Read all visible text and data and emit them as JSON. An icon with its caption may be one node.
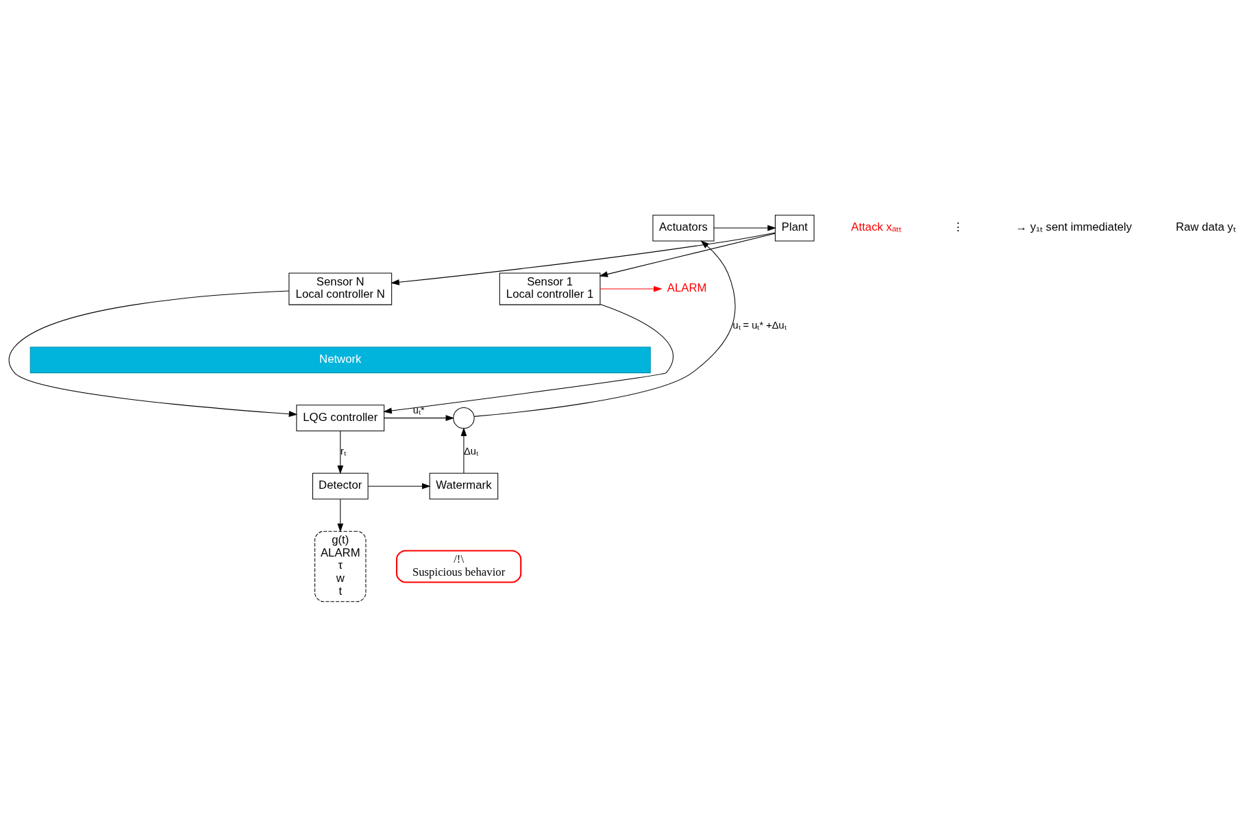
{
  "diagram": {
    "nodes": [
      {
        "text": [
          "Actuators"
        ]
      },
      {
        "text": [
          "Plant"
        ]
      },
      {
        "text": [
          "Sensor 1",
          "Local controller 1"
        ]
      },
      {
        "text": [
          "Sensor N",
          "Local controller N"
        ]
      },
      {
        "text": [
          "Network"
        ]
      },
      {
        "text": [
          "LQG controller"
        ]
      },
      {
        "text": [],
        "shape": "circle"
      },
      {
        "text": [
          "Watermark"
        ]
      },
      {
        "text": [
          "Detector"
        ]
      },
      {
        "text": [
          "g(t)",
          "ALARM",
          "τ",
          "w",
          "t"
        ]
      },
      {
        "text": [
          "/!\\",
          "Suspicious behavior"
        ]
      },
      {
        "text": [
          "ALARM"
        ]
      }
    ],
    "edges": [
      {
        "from": 6,
        "to": 0,
        "arrow": "to",
        "label": "uₜ = uₜ* +Δuₜ"
      },
      {
        "from": 0,
        "to": 1,
        "arrow": "to"
      },
      {
        "from": 1,
        "to": 2,
        "arrow": "to"
      },
      {
        "from": 1,
        "to": 3,
        "arrow": "to"
      },
      {
        "from": 2,
        "to": 5,
        "arrow": "to"
      },
      {
        "from": 3,
        "to": 5,
        "arrow": "to"
      },
      {
        "from": 2,
        "to": 11,
        "arrow": "to",
        "color": "#ff0000"
      },
      {
        "from": 5,
        "to": 6,
        "arrow": "to",
        "label": "uₜ*"
      },
      {
        "from": 5,
        "to": 8,
        "arrow": "to",
        "label": "rₜ"
      },
      {
        "from": 8,
        "to": 7,
        "arrow": "to"
      },
      {
        "from": 7,
        "to": 6,
        "arrow": "to",
        "label": "Δuₜ"
      },
      {
        "from": 8,
        "to": 9,
        "arrow": "to"
      }
    ],
    "labels": [
      "Attack xₐₜₜ",
      "⋮",
      "→ y₁ₜ sent immediately",
      "Raw data yₜ"
    ]
  }
}
